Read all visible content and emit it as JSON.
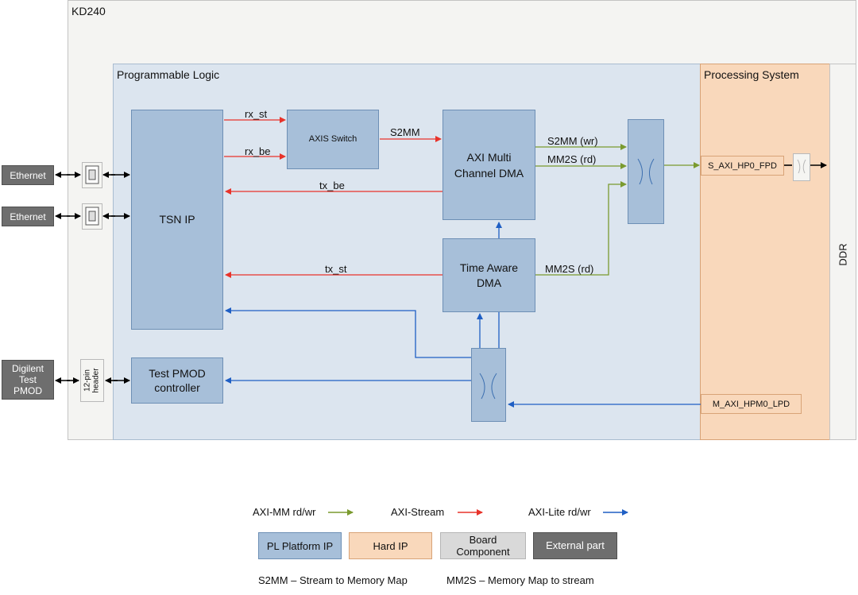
{
  "board": {
    "title": "KD240"
  },
  "pl": {
    "title": "Programmable Logic"
  },
  "ps": {
    "title": "Processing System"
  },
  "ddr": {
    "label": "DDR"
  },
  "blocks": {
    "tsn_ip": "TSN IP",
    "axis_switch": "AXIS Switch",
    "axi_mcdma_line1": "AXI Multi",
    "axi_mcdma_line2": "Channel DMA",
    "ta_dma_line1": "Time Aware",
    "ta_dma_line2": "DMA",
    "pmod_ctrl_line1": "Test PMOD",
    "pmod_ctrl_line2": "controller",
    "s_axi_hp0": "S_AXI_HP0_FPD",
    "m_axi_hpm0": "M_AXI_HPM0_LPD",
    "header_line1": "12-pin",
    "header_line2": "header"
  },
  "external": {
    "ethernet1": "Ethernet",
    "ethernet2": "Ethernet",
    "pmod_line1": "Digilent",
    "pmod_line2": "Test",
    "pmod_line3": "PMOD"
  },
  "signals": {
    "rx_st": "rx_st",
    "rx_be": "rx_be",
    "s2mm": "S2MM",
    "tx_be": "tx_be",
    "tx_st": "tx_st",
    "s2mm_wr": "S2MM (wr)",
    "mm2s_rd": "MM2S (rd)",
    "mm2s_rd2": "MM2S (rd)"
  },
  "legend": {
    "axi_mm": "AXI-MM rd/wr",
    "axi_stream": "AXI-Stream",
    "axi_lite": "AXI-Lite rd/wr",
    "pl_platform": "PL Platform IP",
    "hard_ip": "Hard IP",
    "board_comp_line1": "Board",
    "board_comp_line2": "Component",
    "external_part": "External part",
    "footnote1": "S2MM – Stream to Memory Map",
    "footnote2": "MM2S – Memory Map to stream"
  },
  "colors": {
    "axi_mm": "#7a9a2e",
    "axi_stream": "#e8332a",
    "axi_lite": "#1f5fc4",
    "pl_bg": "#dce5ef",
    "board_bg": "#f4f4f2",
    "hard_ip": "#f9d8bb",
    "pl_platform_ip": "#a7bfd9",
    "external": "#6e6e6e"
  }
}
